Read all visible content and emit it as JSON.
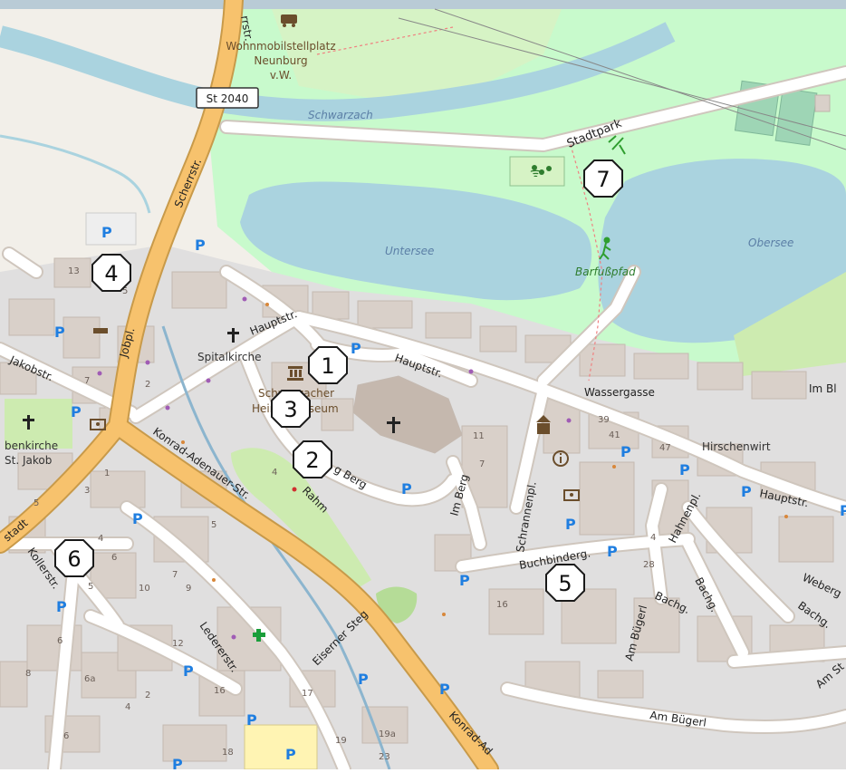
{
  "map": {
    "colors": {
      "background": "#f2efe9",
      "park": "#c8facc",
      "water": "#aad3df",
      "river": "#8cb5ce",
      "building": "#d9d0c9",
      "urban": "#e0dfdf",
      "primary_road": "#f7c26d",
      "primary_casing": "#c89a4a",
      "minor_road": "#ffffff",
      "minor_casing": "#cfc6bd",
      "parking_blue": "#1f7ee0",
      "marker_fill": "#ffffff",
      "marker_stroke": "#1a1a1a",
      "grass": "#cdebb0"
    },
    "road_shield": "St 2040",
    "places": {
      "wohnmobil_line1": "Wohnmobilstellplatz",
      "wohnmobil_line2": "Neunburg",
      "wohnmobil_line3": "v.W.",
      "spitalkirche": "Spitalkirche",
      "museum_line1": "Schwarzacher",
      "museum_line2": "Heimatmuseum",
      "kirche_line1": "benkirche",
      "kirche_line2": "St. Jakob",
      "hirschenwirt": "Hirschenwirt",
      "stadtpark": "Stadtpark",
      "barfusspfad": "Barfußpfad"
    },
    "water": {
      "schwarzach": "Schwarzach",
      "untersee": "Untersee",
      "obersee": "Obersee"
    },
    "streets": {
      "scherrstr_top": "rrstr.",
      "scherrstr": "Scherrstr.",
      "jobpl": "Jobpl.",
      "jakobstr": "Jakobstr.",
      "hauptstr_1": "Hauptstr.",
      "hauptstr_2": "Hauptstr.",
      "hauptstr_3": "Hauptstr.",
      "wassergasse": "Wassergasse",
      "im_bl": "Im Bl",
      "konrad_adenauer": "Konrad-Adenauer-Str.",
      "konrad_ad": "Konrad-Ad",
      "berg": "g Berg",
      "im_berg": "Im Berg",
      "rahm": "Rahm",
      "schrannenpl": "Schrannenpl.",
      "buchbinderg": "Buchbinderg.",
      "hahnenpl": "Hahnenpl.",
      "bachg_1": "Bachg.",
      "bachg_2": "Bachg.",
      "bachg_3": "Bachg.",
      "weberg": "Weberg",
      "am_bugerl_1": "Am Bügerl",
      "am_bugerl_2": "Am Bügerl",
      "am_s": "Am St",
      "stadt": "stadt",
      "kollerstr": "Kollerstr.",
      "ledererstr": "Ledererstr.",
      "eiserner_steg": "Eiserner Steg"
    },
    "house_numbers": {
      "n13": "13",
      "n5a": "5",
      "n7": "7",
      "n2": "2",
      "n1": "1",
      "n3": "3",
      "n5b": "5",
      "n4a": "4",
      "n6": "6",
      "n5c": "5",
      "n10": "10",
      "n7b": "7",
      "n9": "9",
      "n5d": "5",
      "n6b": "6",
      "n8": "8",
      "n6a": "6a",
      "n4b": "4",
      "n2b": "2",
      "n12": "12",
      "n16a": "16",
      "n17": "17",
      "n18": "18",
      "n19": "19",
      "n19a": "19a",
      "n23": "23",
      "n6c": "6",
      "n4c": "4",
      "n11": "11",
      "n7c": "7",
      "n39": "39",
      "n41": "41",
      "n47": "47",
      "n4d": "4",
      "n28": "28",
      "n16b": "16"
    },
    "markers": [
      {
        "num": "1",
        "name": "Schwarzacher Heimatmuseum area"
      },
      {
        "num": "2",
        "name": "Berg"
      },
      {
        "num": "3",
        "name": "Museum"
      },
      {
        "num": "4",
        "name": "Scherrstr."
      },
      {
        "num": "5",
        "name": "Buchbinderg."
      },
      {
        "num": "6",
        "name": "Kollerstr."
      },
      {
        "num": "7",
        "name": "Stadtpark"
      }
    ],
    "parking_label": "P"
  }
}
